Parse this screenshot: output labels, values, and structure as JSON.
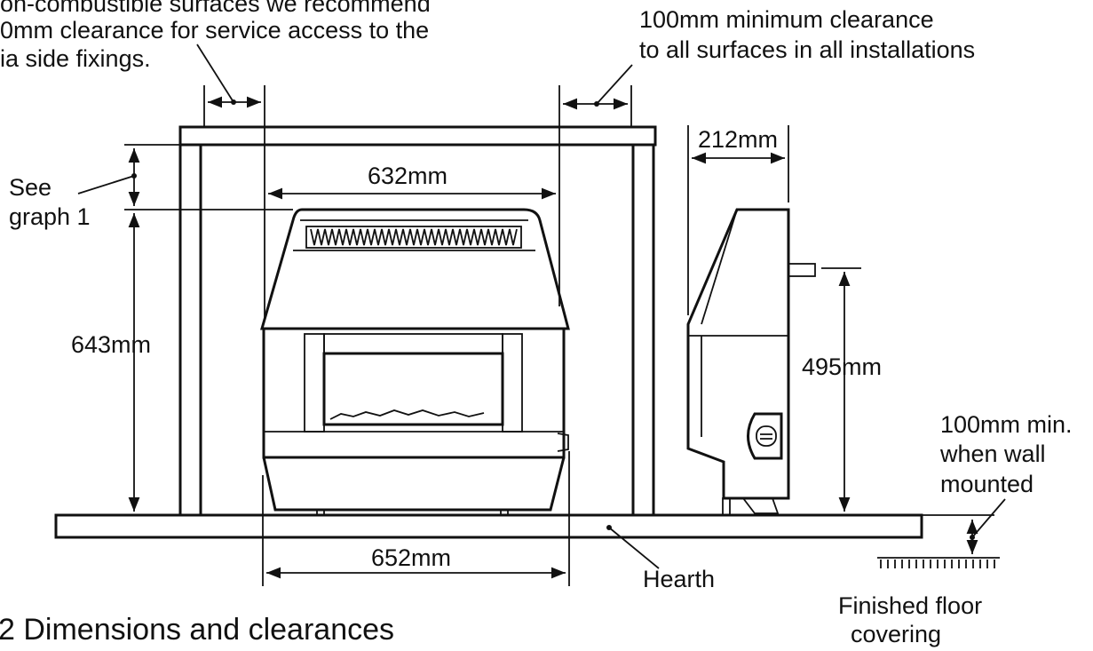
{
  "notes": {
    "left_line1": "on-combustible surfaces we recommend",
    "left_line2": "0mm clearance for service access to the",
    "left_line3": "ia side fixings.",
    "right_line1": "100mm minimum clearance",
    "right_line2": "to all surfaces in all installations"
  },
  "labels": {
    "see_line1": "See",
    "see_line2": "graph 1",
    "height_643": "643mm",
    "width_632": "632mm",
    "width_652": "652mm",
    "depth_212": "212mm",
    "height_495": "495mm",
    "hearth": "Hearth",
    "wall_line1": "100mm min.",
    "wall_line2": "when wall",
    "wall_line3": "mounted",
    "floor_line1": "Finished floor",
    "floor_line2": "covering"
  },
  "caption": "2  Dimensions and clearances"
}
